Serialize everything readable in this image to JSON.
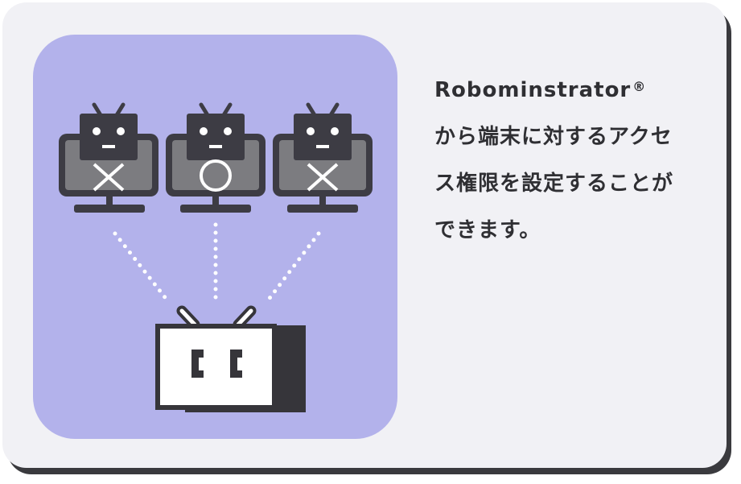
{
  "feature": {
    "brand": "Robominstrator",
    "brand_mark": "®",
    "text": "から端末に対するアクセス権限を設定することができます。"
  },
  "illustration": {
    "colors": {
      "panel": "#b3b2eb",
      "robot": "#3d3c44",
      "monitor_frame": "#3d3c44",
      "monitor_screen": "#7c7c80",
      "mark": "#ffffff",
      "admin_body": "#ffffff"
    },
    "terminals": [
      {
        "name": "terminal-1",
        "access": "denied",
        "mark_icon": "cross-icon"
      },
      {
        "name": "terminal-2",
        "access": "allowed",
        "mark_icon": "circle-icon"
      },
      {
        "name": "terminal-3",
        "access": "denied",
        "mark_icon": "cross-icon"
      }
    ]
  }
}
